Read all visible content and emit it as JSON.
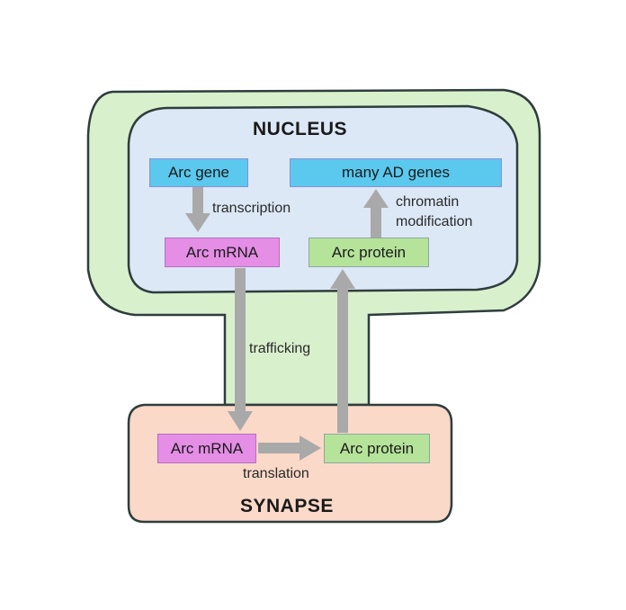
{
  "compartments": {
    "nucleus": {
      "title": "NUCLEUS"
    },
    "synapse": {
      "title": "SYNAPSE"
    }
  },
  "nodes": {
    "arc_gene": "Arc gene",
    "many_ad_genes": "many AD genes",
    "arc_mrna_nucleus": "Arc mRNA",
    "arc_protein_nucleus": "Arc protein",
    "arc_mrna_synapse": "Arc mRNA",
    "arc_protein_synapse": "Arc protein"
  },
  "edges": {
    "transcription": "transcription",
    "chromatin_line1": "chromatin",
    "chromatin_line2": "modification",
    "trafficking": "trafficking",
    "translation": "translation"
  },
  "colors": {
    "cell_fill": "#d9f0cd",
    "cell_stroke": "#2f3d3d",
    "nucleus_fill": "#dce8f6",
    "synapse_fill": "#fad9c8",
    "arrow": "#a9a9a9",
    "gene_box": "#5bc8ee",
    "mrna_box": "#e58ee6",
    "protein_box": "#b5e39a"
  }
}
